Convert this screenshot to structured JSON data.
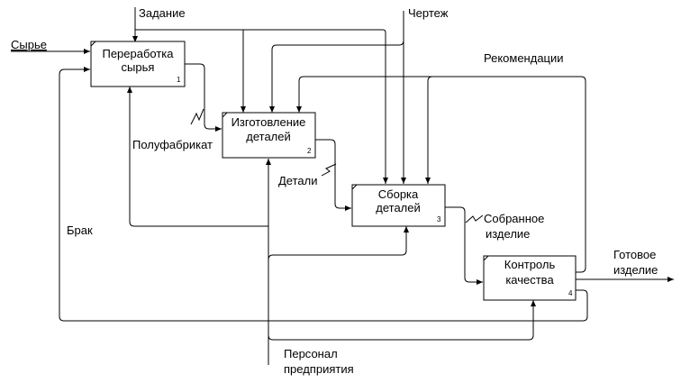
{
  "colors": {
    "background": "#ffffff",
    "line": "#000000"
  },
  "boxes": [
    {
      "label_lines": [
        "Переработка",
        "сырья"
      ],
      "number": "1"
    },
    {
      "label_lines": [
        "Изготовление",
        "деталей"
      ],
      "number": "2"
    },
    {
      "label_lines": [
        "Сборка",
        "деталей"
      ],
      "number": "3"
    },
    {
      "label_lines": [
        "Контроль",
        "качества"
      ],
      "number": "4"
    }
  ],
  "arrow_labels": {
    "raw": "Сырье",
    "task": "Задание",
    "drawing": "Чертеж",
    "recommendations": "Рекомендации",
    "semi": "Полуфабрикат",
    "parts": "Детали",
    "assembled_lines": [
      "Собранное",
      "изделие"
    ],
    "finished_lines": [
      "Готовое",
      "изделие"
    ],
    "defect": "Брак",
    "staff_lines": [
      "Персонал",
      "предприятия"
    ]
  }
}
